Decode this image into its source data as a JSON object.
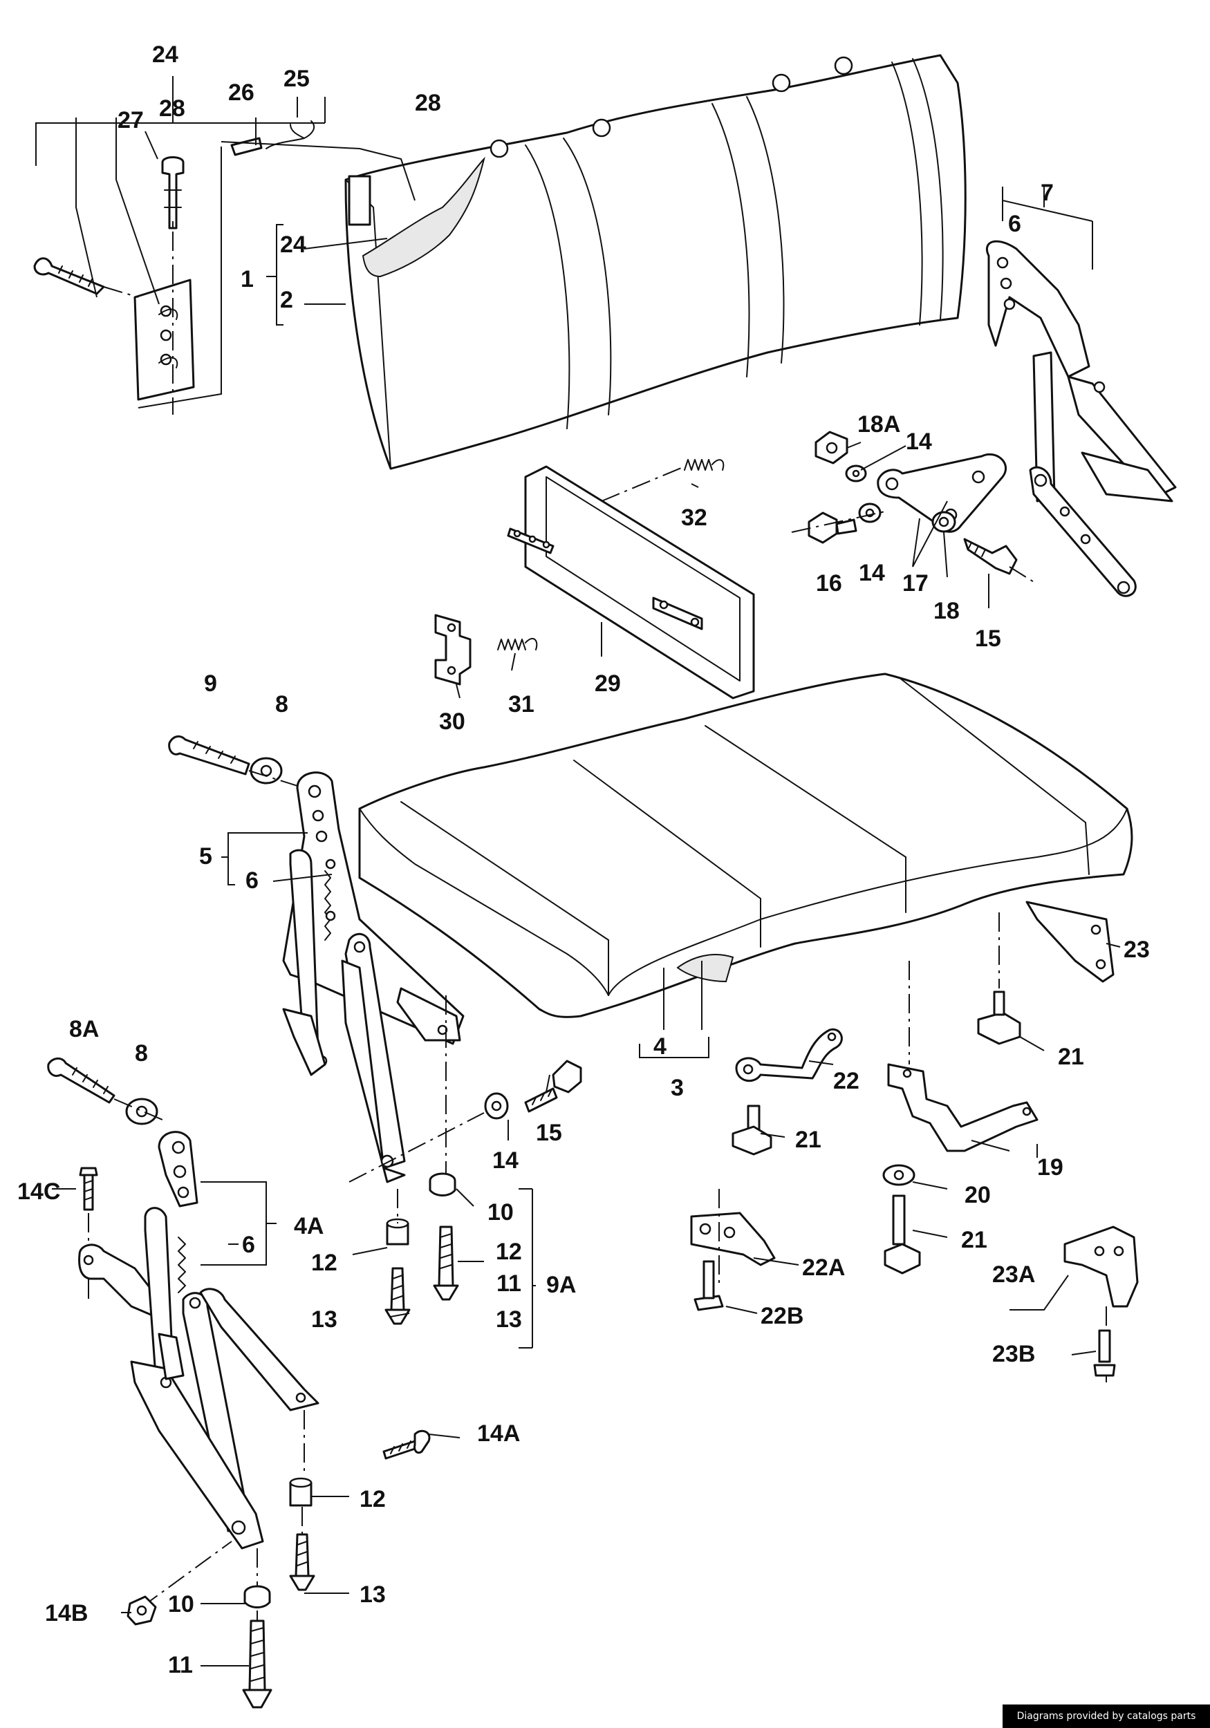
{
  "footer": {
    "credit": "Diagrams provided by catalogs parts"
  },
  "callouts": {
    "c24_top": "24",
    "c28_top": "28",
    "c26": "26",
    "c25": "25",
    "c27": "27",
    "c28_back": "28",
    "c24_br": "24",
    "c1": "1",
    "c2": "2",
    "c7": "7",
    "c6_r": "6",
    "c18A": "18A",
    "c14_r1": "14",
    "c32": "32",
    "c16": "16",
    "c14_r2": "14",
    "c17": "17",
    "c18": "18",
    "c15_r": "15",
    "c30": "30",
    "c31": "31",
    "c29": "29",
    "c9": "9",
    "c8_top": "8",
    "c5": "5",
    "c6_l": "6",
    "c4": "4",
    "c3": "3",
    "c23": "23",
    "c21_a": "21",
    "c22": "22",
    "c21_b": "21",
    "c19": "19",
    "c20": "20",
    "c21_c": "21",
    "c8A": "8A",
    "c8_low": "8",
    "c15_mid": "15",
    "c14_mid": "14",
    "c14C": "14C",
    "c4A": "4A",
    "c6_low": "6",
    "c10_mid": "10",
    "c12_mid_r": "12",
    "c12_mid_l": "12",
    "c11_mid": "11",
    "c9A": "9A",
    "c13_mid_l": "13",
    "c13_mid_r": "13",
    "c22A": "22A",
    "c22B": "22B",
    "c23A": "23A",
    "c23B": "23B",
    "c14A": "14A",
    "c12_low": "12",
    "c14B": "14B",
    "c13_low": "13",
    "c10_low": "10",
    "c11_low": "11"
  }
}
